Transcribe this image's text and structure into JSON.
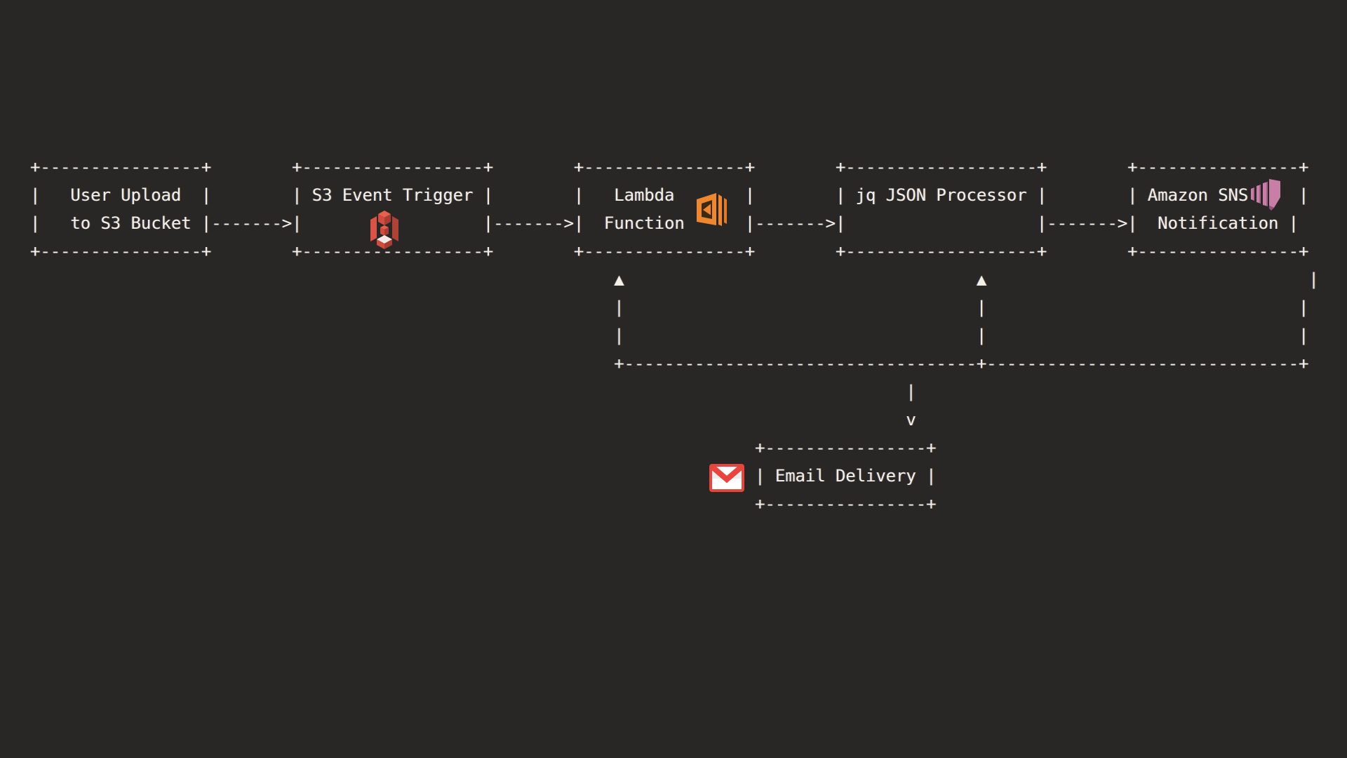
{
  "background": "#292626",
  "text_color": "#f3f0ea",
  "diagram": {
    "title": "",
    "nodes": [
      {
        "id": "user-upload",
        "label": "User Upload to S3 Bucket",
        "lines": [
          "User Upload",
          "to S3 Bucket"
        ],
        "icon": null
      },
      {
        "id": "s3-trigger",
        "label": "S3 Event Trigger",
        "lines": [
          "S3 Event Trigger"
        ],
        "icon": "s3-bucket-icon"
      },
      {
        "id": "lambda",
        "label": "Lambda Function",
        "lines": [
          "Lambda",
          "Function"
        ],
        "icon": "lambda-icon"
      },
      {
        "id": "jq-processor",
        "label": "jq JSON Processor",
        "lines": [
          "jq JSON Processor"
        ],
        "icon": null
      },
      {
        "id": "sns",
        "label": "Amazon SNS Notification",
        "lines": [
          "Amazon SNS",
          "Notification"
        ],
        "icon": "sns-icon"
      },
      {
        "id": "email",
        "label": "Email Delivery",
        "lines": [
          "Email Delivery"
        ],
        "icon": "gmail-icon"
      }
    ],
    "edges": [
      {
        "from": "user-upload",
        "to": "s3-trigger",
        "style": "dashed-arrow-right"
      },
      {
        "from": "s3-trigger",
        "to": "lambda",
        "style": "dashed-arrow-right"
      },
      {
        "from": "lambda",
        "to": "jq-processor",
        "style": "dashed-arrow-right"
      },
      {
        "from": "jq-processor",
        "to": "sns",
        "style": "dashed-arrow-right"
      },
      {
        "from": "sns",
        "to": "lambda",
        "style": "feedback-line-up-arrow"
      },
      {
        "from": "sns",
        "to": "jq-processor",
        "style": "feedback-line-up-arrow"
      },
      {
        "from": "sns",
        "to": "email",
        "style": "feedback-line-down-arrow"
      }
    ],
    "colors": {
      "s3_red_light": "#e8604e",
      "s3_red_mid": "#d14b3f",
      "s3_red_dark": "#a93c33",
      "lambda_orange": "#ef8630",
      "lambda_orange_dark": "#e27b27",
      "lambda_inset": "#3c2a12",
      "sns_pink": "#c87ea6",
      "sns_pink_dark": "#8f527a",
      "gmail_red": "#e8453c",
      "gmail_white": "#ffffff"
    },
    "lines": [
      [
        [
          0,
          "+----------------+"
        ],
        [
          26,
          "+------------------+"
        ],
        [
          54,
          "+----------------+"
        ],
        [
          80,
          "+-------------------+"
        ],
        [
          109,
          "+----------------+"
        ]
      ],
      [
        [
          0,
          "|   User Upload  |"
        ],
        [
          26,
          "| S3 Event Trigger |"
        ],
        [
          54,
          "|   Lambda       |"
        ],
        [
          80,
          "| jq JSON Processor |"
        ],
        [
          109,
          "| Amazon SNS     |"
        ]
      ],
      [
        [
          0,
          "|   to S3 Bucket |------->|                  |------->|  Function      |------->|                   |------->|  Notification |"
        ]
      ],
      [
        [
          0,
          "+----------------+"
        ],
        [
          26,
          "+------------------+"
        ],
        [
          54,
          "+----------------+"
        ],
        [
          80,
          "+-------------------+"
        ],
        [
          109,
          "+----------------+"
        ]
      ],
      [
        [
          58,
          "▲"
        ],
        [
          94,
          "▲"
        ],
        [
          127,
          "|"
        ]
      ],
      [
        [
          58,
          "|"
        ],
        [
          94,
          "|"
        ],
        [
          126,
          "|"
        ]
      ],
      [
        [
          58,
          "|"
        ],
        [
          94,
          "|"
        ],
        [
          126,
          "|"
        ]
      ],
      [
        [
          58,
          "+-----------------------------------+-------------------------------+"
        ]
      ],
      [
        [
          87,
          "|"
        ]
      ],
      [
        [
          87,
          "v"
        ]
      ],
      [
        [
          72,
          "+----------------+"
        ]
      ],
      [
        [
          72,
          "| Email Delivery |"
        ]
      ],
      [
        [
          72,
          "+----------------+"
        ]
      ]
    ]
  }
}
